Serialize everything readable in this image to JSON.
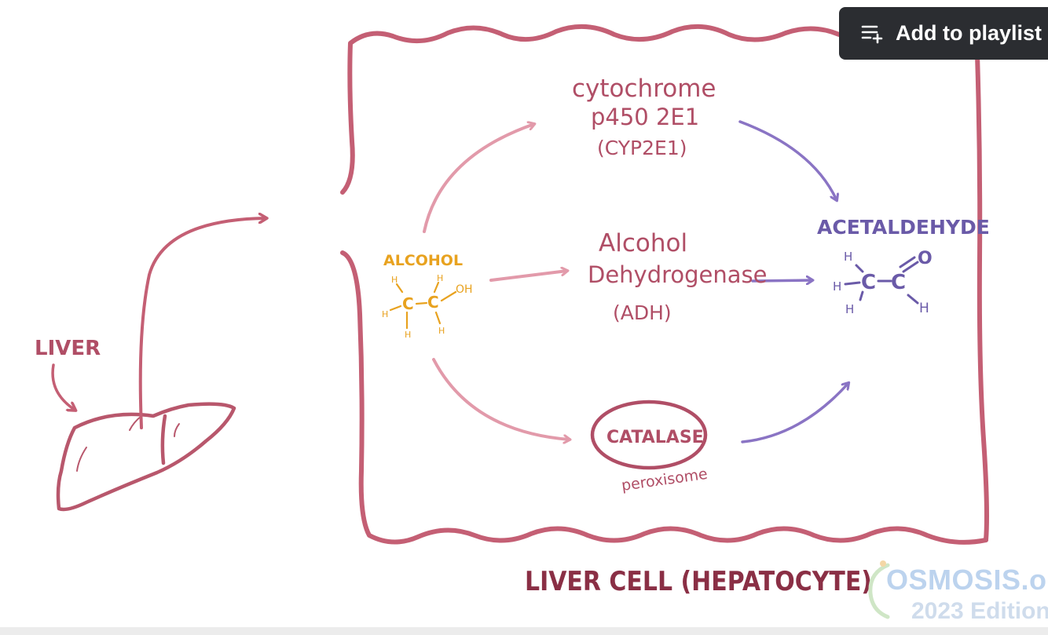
{
  "toolbar": {
    "add_to_playlist_label": "Add to playlist"
  },
  "diagram": {
    "liver_label": "LIVER",
    "cell_label": "LIVER CELL (HEPATOCYTE)",
    "substrate": {
      "name": "ALCOHOL"
    },
    "product": {
      "name": "ACETALDEHYDE"
    },
    "pathways": {
      "cyp": {
        "line1": "cytochrome",
        "line2": "p450 2E1",
        "line3": "(CYP2E1)"
      },
      "adh": {
        "line1": "Alcohol",
        "line2": "Dehydrogenase",
        "line3": "(ADH)"
      },
      "catalase": {
        "name": "CATALASE",
        "location": "peroxisome"
      }
    },
    "ethanol_atoms": {
      "c1": "C",
      "c2": "C",
      "oh": "OH",
      "h": "H"
    },
    "acetaldehyde_atoms": {
      "c1": "C",
      "c2": "C",
      "o": "O",
      "h": "H"
    }
  },
  "watermark": {
    "brand": "OSMOSIS.org",
    "edition": "2023 Edition"
  },
  "colors": {
    "membrane": "#c45f74",
    "enzyme_text": "#b04e66",
    "pink_arrow": "#e29aaa",
    "purple": "#7a62b4",
    "product_text": "#6a5aa8",
    "alcohol": "#e8a21f"
  }
}
